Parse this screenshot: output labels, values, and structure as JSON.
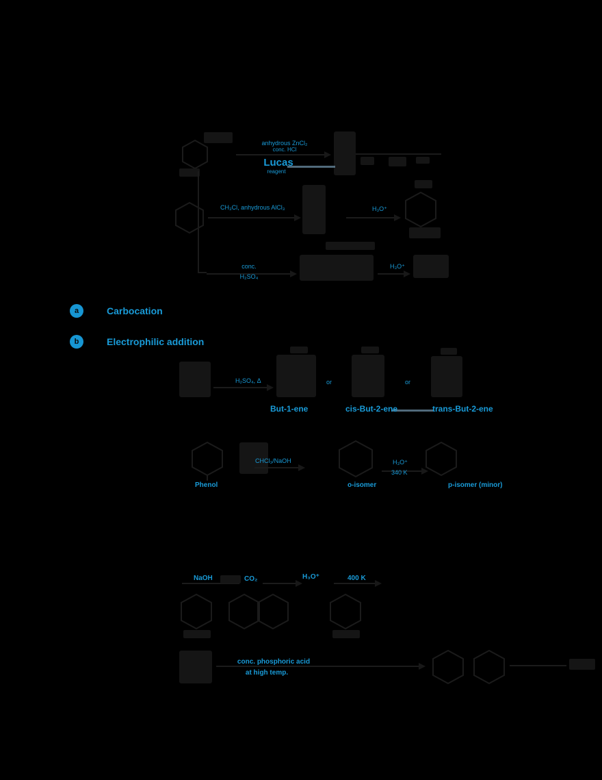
{
  "page": {
    "background": "#000000",
    "accent_blue": "#199bd8",
    "faint_ink": "#1b1b1b",
    "muted_line_color": "#5f7d90"
  },
  "scheme_top": {
    "row1": {
      "above_arrow": "anhydrous ZnCl₂",
      "below_arrow": "conc. HCl",
      "big_label": "Lucas",
      "big_label_sub": "reagent"
    },
    "row2": {
      "reagent": "CH₃Cl, anhydrous AlCl₃",
      "workup": "H₃O⁺"
    },
    "row3": {
      "reagent_top": "conc.",
      "reagent_bottom": "H₂SO₄",
      "workup": "H₃O⁺"
    }
  },
  "bullets": [
    {
      "marker": "a",
      "label": "Carbocation"
    },
    {
      "marker": "b",
      "label": "Electrophilic addition"
    }
  ],
  "scheme_b1": {
    "arrow_reagent": "H₂SO₄, Δ",
    "connector1": "or",
    "connector2": "or",
    "product1": "But-1-ene",
    "product2": "cis-But-2-ene",
    "product3": "trans-But-2-ene"
  },
  "scheme_b2": {
    "reactant_name": "Phenol",
    "arrow1_reagent": "CHCl₃/NaOH",
    "arrow2_top": "H₃O⁺",
    "arrow2_bottom": "340 K",
    "product_mid": "o-isomer",
    "product_right": "p-isomer (minor)"
  },
  "scheme_b3": {
    "reagent1": "NaOH",
    "reagent2": "CO₂",
    "reagent3": "H₃O⁺",
    "reagent4": "400 K"
  },
  "scheme_b4": {
    "reagent_top": "conc. phosphoric acid",
    "reagent_bottom": "at high temp."
  }
}
